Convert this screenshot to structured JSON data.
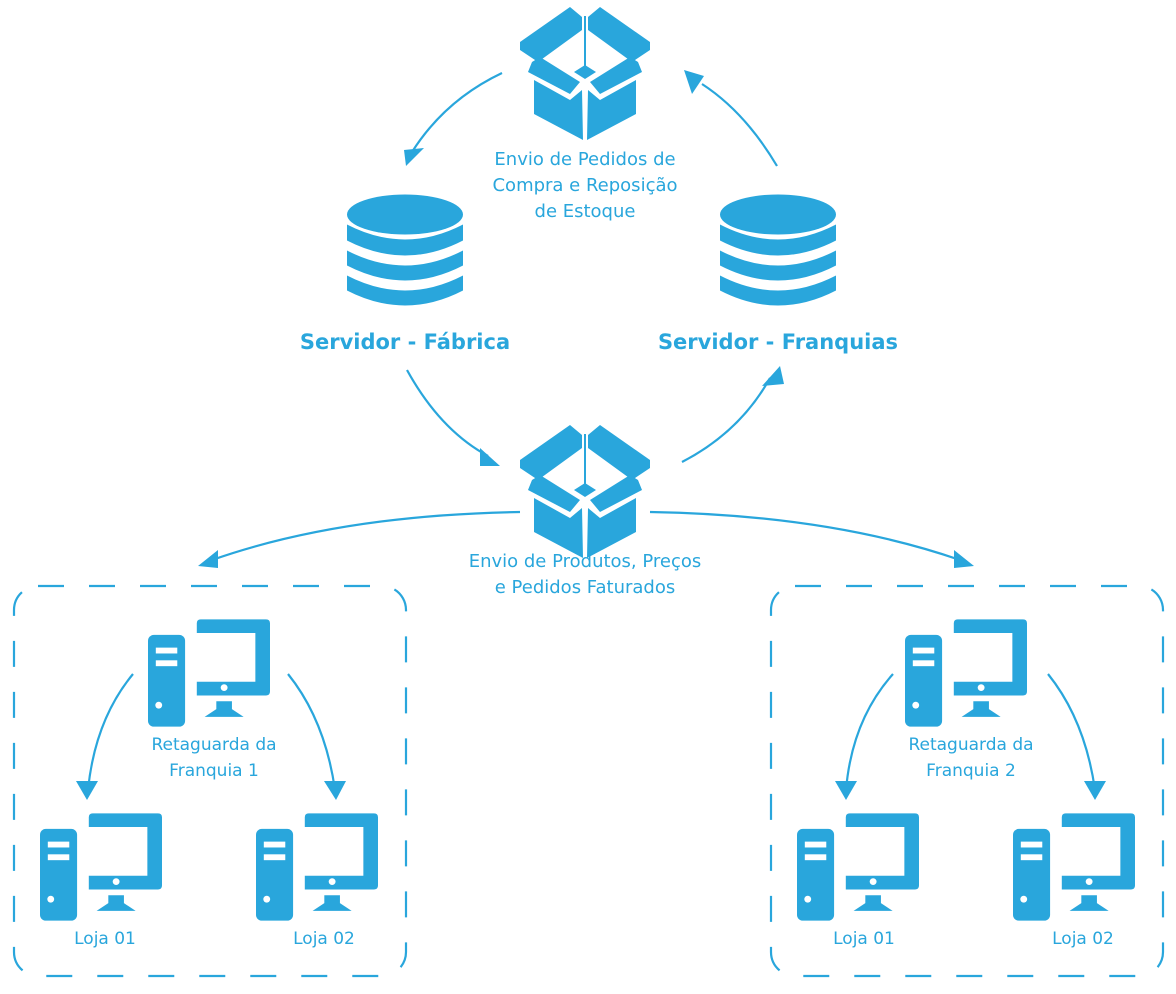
{
  "colors": {
    "accent": "#29a6dc",
    "background": "#ffffff"
  },
  "top_flow": {
    "icon": "open-box-icon",
    "label_lines": [
      "Envio de Pedidos de",
      "Compra e Reposição",
      "de Estoque"
    ]
  },
  "servers": [
    {
      "icon": "database-icon",
      "label": "Servidor - Fábrica"
    },
    {
      "icon": "database-icon",
      "label": "Servidor - Franquias"
    }
  ],
  "bottom_flow": {
    "icon": "open-box-icon",
    "label_lines": [
      "Envio de Produtos, Preços",
      "e Pedidos Faturados"
    ]
  },
  "franchises": [
    {
      "backoffice": {
        "icon": "desktop-computer-icon",
        "label_lines": [
          "Retaguarda da",
          "Franquia 1"
        ]
      },
      "stores": [
        {
          "icon": "desktop-computer-icon",
          "label": "Loja 01"
        },
        {
          "icon": "desktop-computer-icon",
          "label": "Loja 02"
        }
      ]
    },
    {
      "backoffice": {
        "icon": "desktop-computer-icon",
        "label_lines": [
          "Retaguarda da",
          "Franquia 2"
        ]
      },
      "stores": [
        {
          "icon": "desktop-computer-icon",
          "label": "Loja 01"
        },
        {
          "icon": "desktop-computer-icon",
          "label": "Loja 02"
        }
      ]
    }
  ]
}
